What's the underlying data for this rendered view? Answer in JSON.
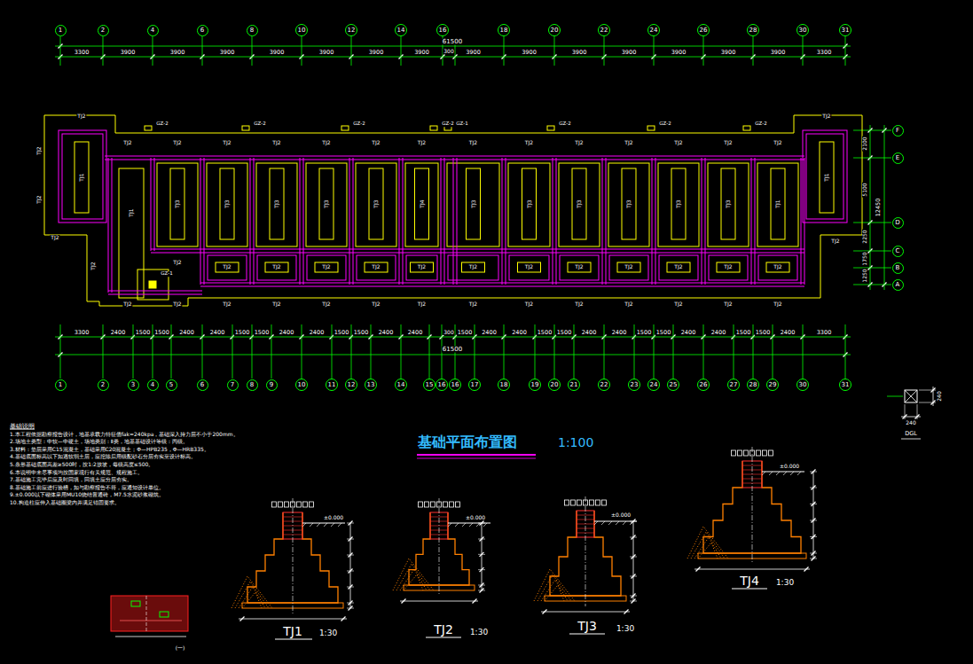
{
  "diagram": {
    "title": "基础平面布置图",
    "nodes": [
      {
        "text": [
          "1"
        ]
      },
      {
        "text": [
          "2"
        ]
      },
      {
        "text": [
          "4"
        ]
      },
      {
        "text": [
          "6"
        ]
      },
      {
        "text": [
          "8"
        ]
      },
      {
        "text": [
          "10"
        ]
      },
      {
        "text": [
          "12"
        ]
      },
      {
        "text": [
          "14"
        ]
      },
      {
        "text": [
          "16"
        ]
      },
      {
        "text": [
          "18"
        ]
      },
      {
        "text": [
          "20"
        ]
      },
      {
        "text": [
          "22"
        ]
      },
      {
        "text": [
          "24"
        ]
      },
      {
        "text": [
          "26"
        ]
      },
      {
        "text": [
          "28"
        ]
      },
      {
        "text": [
          "30"
        ]
      },
      {
        "text": [
          "31"
        ]
      },
      {
        "text": [
          "F"
        ]
      },
      {
        "text": [
          "E"
        ]
      },
      {
        "text": [
          "D"
        ]
      },
      {
        "text": [
          "C"
        ]
      },
      {
        "text": [
          "B"
        ]
      },
      {
        "text": [
          "A"
        ]
      },
      {
        "text": [
          "1"
        ]
      },
      {
        "text": [
          "2"
        ]
      },
      {
        "text": [
          "3"
        ]
      },
      {
        "text": [
          "4"
        ]
      },
      {
        "text": [
          "5"
        ]
      },
      {
        "text": [
          "6"
        ]
      },
      {
        "text": [
          "7"
        ]
      },
      {
        "text": [
          "8"
        ]
      },
      {
        "text": [
          "9"
        ]
      },
      {
        "text": [
          "10"
        ]
      },
      {
        "text": [
          "11"
        ]
      },
      {
        "text": [
          "12"
        ]
      },
      {
        "text": [
          "13"
        ]
      },
      {
        "text": [
          "14"
        ]
      },
      {
        "text": [
          "15"
        ]
      },
      {
        "text": [
          "16"
        ]
      },
      {
        "text": [
          "16"
        ]
      },
      {
        "text": [
          "17"
        ]
      },
      {
        "text": [
          "18"
        ]
      },
      {
        "text": [
          "19"
        ]
      },
      {
        "text": [
          "20"
        ]
      },
      {
        "text": [
          "21"
        ]
      },
      {
        "text": [
          "22"
        ]
      },
      {
        "text": [
          "23"
        ]
      },
      {
        "text": [
          "24"
        ]
      },
      {
        "text": [
          "25"
        ]
      },
      {
        "text": [
          "26"
        ]
      },
      {
        "text": [
          "27"
        ]
      },
      {
        "text": [
          "28"
        ]
      },
      {
        "text": [
          "29"
        ]
      },
      {
        "text": [
          "30"
        ]
      },
      {
        "text": [
          "31"
        ]
      }
    ],
    "labels": [
      "3300",
      "3900",
      "3900",
      "3900",
      "3900",
      "3900",
      "3900",
      "3900",
      "3900",
      "3900",
      "3900",
      "3900",
      "3900",
      "3900",
      "3900",
      "3300",
      "300",
      "61500",
      "3300",
      "2400",
      "1500",
      "1500",
      "2400",
      "2400",
      "1500",
      "1500",
      "2400",
      "2400",
      "1500",
      "1500",
      "2400",
      "2400",
      "1500",
      "2400",
      "2400",
      "1500",
      "1500",
      "2400",
      "2400",
      "1500",
      "1500",
      "2400",
      "2400",
      "1500",
      "1500",
      "2400",
      "3300",
      "300",
      "61500",
      "2100",
      "5100",
      "2250",
      "1750",
      "1250",
      "12450",
      "TJ3",
      "TJ3",
      "TJ3",
      "TJ3",
      "TJ3",
      "TJ4",
      "TJ3",
      "TJ3",
      "TJ3",
      "TJ3",
      "TJ3",
      "TJ3",
      "TJ1",
      "TJ1",
      "TJ1",
      "TJ1",
      "TJ2",
      "TJ2",
      "TJ2",
      "TJ2",
      "TJ2",
      "TJ2",
      "TJ2",
      "TJ2",
      "TJ2",
      "TJ2",
      "TJ2",
      "TJ2",
      "TJ2",
      "TJ2",
      "TJ2",
      "TJ2",
      "TJ2",
      "TJ2",
      "TJ2",
      "TJ2",
      "TJ2",
      "TJ2",
      "TJ2",
      "TJ2",
      "TJ2",
      "TJ2",
      "TJ2",
      "TJ2",
      "TJ2",
      "TJ2",
      "TJ2",
      "TJ2",
      "TJ2",
      "TJ2",
      "TJ2",
      "TJ2",
      "TJ2",
      "TJ2",
      "TJ2",
      "TJ2",
      "TJ2",
      "TJ2",
      "TJ2",
      "TJ2",
      "TJ2",
      "TJ2",
      "TJ2",
      "TJ2",
      "GZ-2",
      "GZ-2",
      "GZ-2",
      "GZ-2",
      "GZ-1",
      "GZ-2",
      "GZ-2",
      "GZ-2",
      "GZ-1",
      "1:100",
      "基础说明",
      "1.本工程依据勘察报告设计，地基承载力特征值fak=240kpa，基础深入持力层不小于200mm。",
      "2.场地土类型：中软—中硬土，场地类别：Ⅱ类，地基基础设计等级：丙级。",
      "3.材料：垫层采用C15混凝土，基础采用C20混凝土；Φ—HPB235，Φ—HRB335。",
      "4.基础底面标高以下如遇软弱土层，应挖除后用级配砂石分层夯实至设计标高。",
      "5.条形基础底面高差≥500时，按1:2放坡，每级高度≤500。",
      "6.本说明中未尽事项均按国家现行有关规范、规程施工。",
      "7.基础施工完毕后应及时回填，回填土应分层夯实。",
      "8.基础施工前应进行验槽，如与勘察报告不符，应通知设计单位。",
      "9.±0.000以下砌体采用MU10烧结普通砖，M7.5水泥砂浆砌筑。",
      "10.构造柱应伸入基础圈梁内并满足锚固要求。",
      "TJ1",
      "1:30",
      "TJ2",
      "1:30",
      "TJ3",
      "1:30",
      "TJ4",
      "1:30",
      "±0.000",
      "±0.000",
      "±0.000",
      "±0.000",
      "240",
      "240",
      "DGL",
      "(一)"
    ]
  }
}
